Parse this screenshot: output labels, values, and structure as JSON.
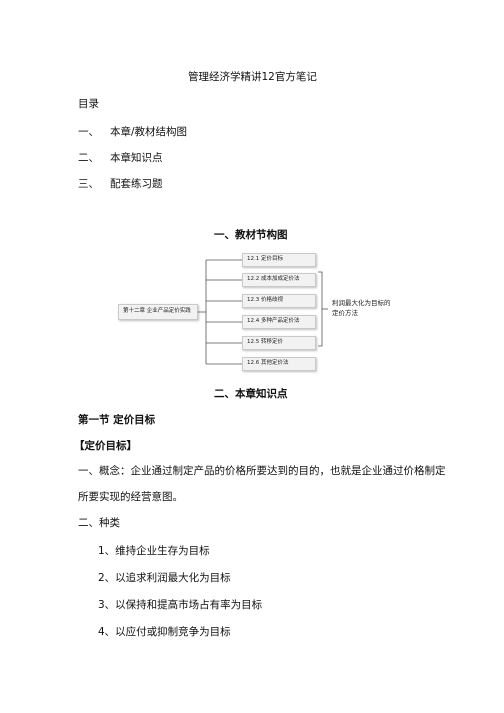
{
  "doc": {
    "title": "管理经济学精讲12官方笔记",
    "toc_heading": "目录",
    "toc": [
      {
        "num": "一、",
        "text": "本章/教材结构图"
      },
      {
        "num": "二、",
        "text": "本章知识点"
      },
      {
        "num": "三、",
        "text": "配套练习题"
      }
    ],
    "section1_title": "一、教材节构图",
    "diagram": {
      "root": "第十二章 企业产品定价实践",
      "items": [
        "12.1 定价目标",
        "12.2 成本加成定价法",
        "12.3 价格歧视",
        "12.4 多种产品定价法",
        "12.5 转移定价",
        "12.6 其他定价法"
      ],
      "note": "利润最大化为目标的定价方法"
    },
    "section2_title": "二、本章知识点",
    "section_a_title": "第一节  定价目标",
    "bracket_title": "【定价目标】",
    "concept_line1": "一、概念：企业通过制定产品的价格所要达到的目的，也就是企业通过价格制定",
    "concept_line2": "所要实现的经营意图。",
    "kinds_heading": "二、种类",
    "kinds": [
      "1、维持企业生存为目标",
      "2、以追求利润最大化为目标",
      "3、以保持和提高市场占有率为目标",
      "4、以应付或抑制竞争为目标"
    ]
  }
}
